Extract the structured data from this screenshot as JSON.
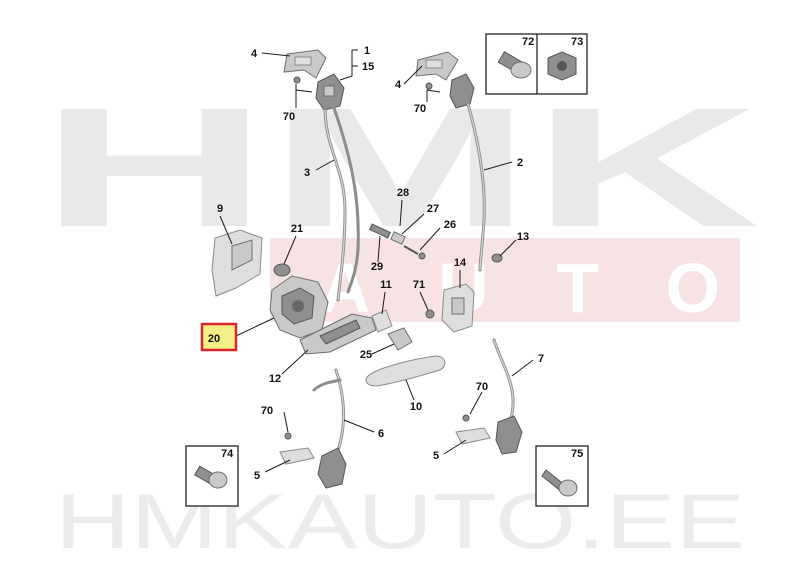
{
  "watermark": {
    "brand_top": "HMK",
    "brand_sub": "AUTO",
    "brand_bottom": "HMKAUTO.EE"
  },
  "callouts": {
    "c1": "1",
    "c15": "15",
    "c4a": "4",
    "c4b": "4",
    "c70a": "70",
    "c70b": "70",
    "c70c": "70",
    "c70d": "70",
    "c2": "2",
    "c3": "3",
    "c5a": "5",
    "c5b": "5",
    "c6": "6",
    "c7": "7",
    "c9": "9",
    "c10": "10",
    "c11": "11",
    "c12": "12",
    "c13": "13",
    "c14": "14",
    "c20": "20",
    "c21": "21",
    "c25": "25",
    "c26": "26",
    "c27": "27",
    "c28": "28",
    "c29": "29",
    "c71": "71"
  },
  "insets": {
    "c72": "72",
    "c73": "73",
    "c74": "74",
    "c75": "75"
  },
  "highlight": {
    "label": "20",
    "fill": "#f3ef87",
    "border": "#d8262b"
  }
}
